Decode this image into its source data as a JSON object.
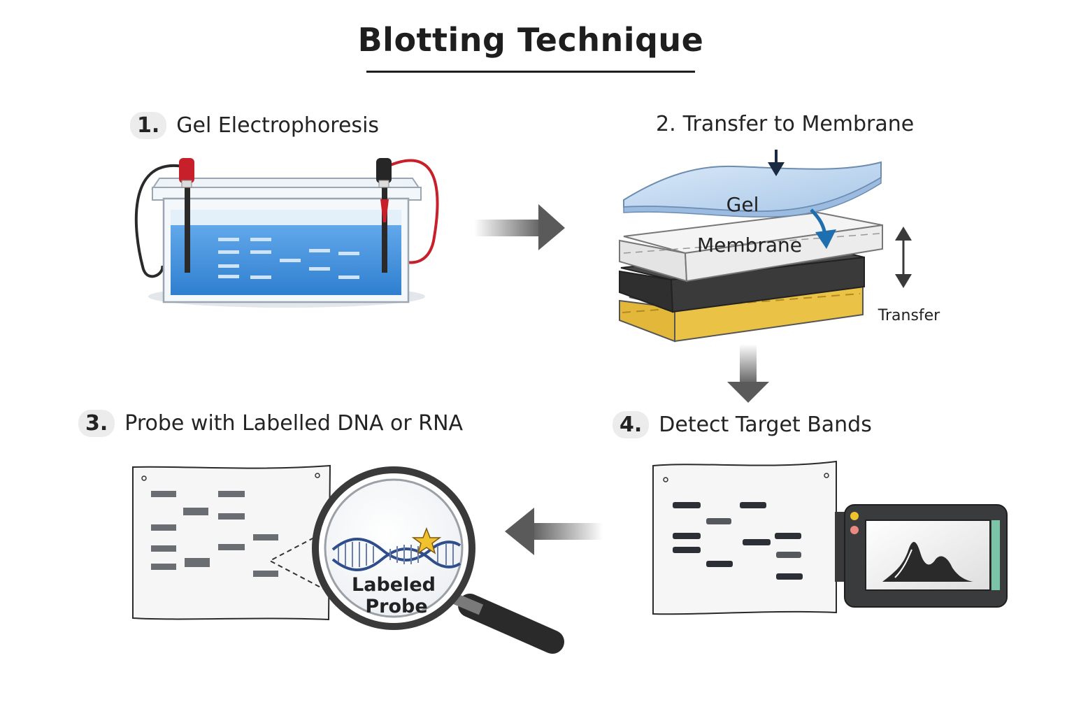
{
  "title": "Blotting Technique",
  "steps": [
    {
      "number": "1.",
      "label": "Gel Electrophoresis"
    },
    {
      "number": "2.",
      "label": "Transfer to Membrane"
    },
    {
      "number": "3.",
      "label": "Probe with Labelled DNA or RNA"
    },
    {
      "number": "4.",
      "label": "Detect Target Bands"
    }
  ],
  "stack_labels": {
    "gel": "Gel",
    "membrane": "Membrane",
    "transfer": "Transfer"
  },
  "probe_label": {
    "line1": "Labeled",
    "line2": "Probe"
  },
  "colors": {
    "buffer": "#3f8fdc",
    "red_lead": "#c8202a",
    "black_lead": "#262626",
    "sponge": "#e9c246",
    "membrane_grey": "#f1f1f1",
    "arrow_blue": "#1f6fb0",
    "bands": "#6a6e73",
    "dark_bands": "#2c3036",
    "star": "#f2c12e"
  },
  "icons": [
    "electrophoresis-tank-icon",
    "blot-stack-icon",
    "magnifier-icon",
    "imaging-device-icon",
    "dna-helix-icon",
    "star-icon"
  ]
}
